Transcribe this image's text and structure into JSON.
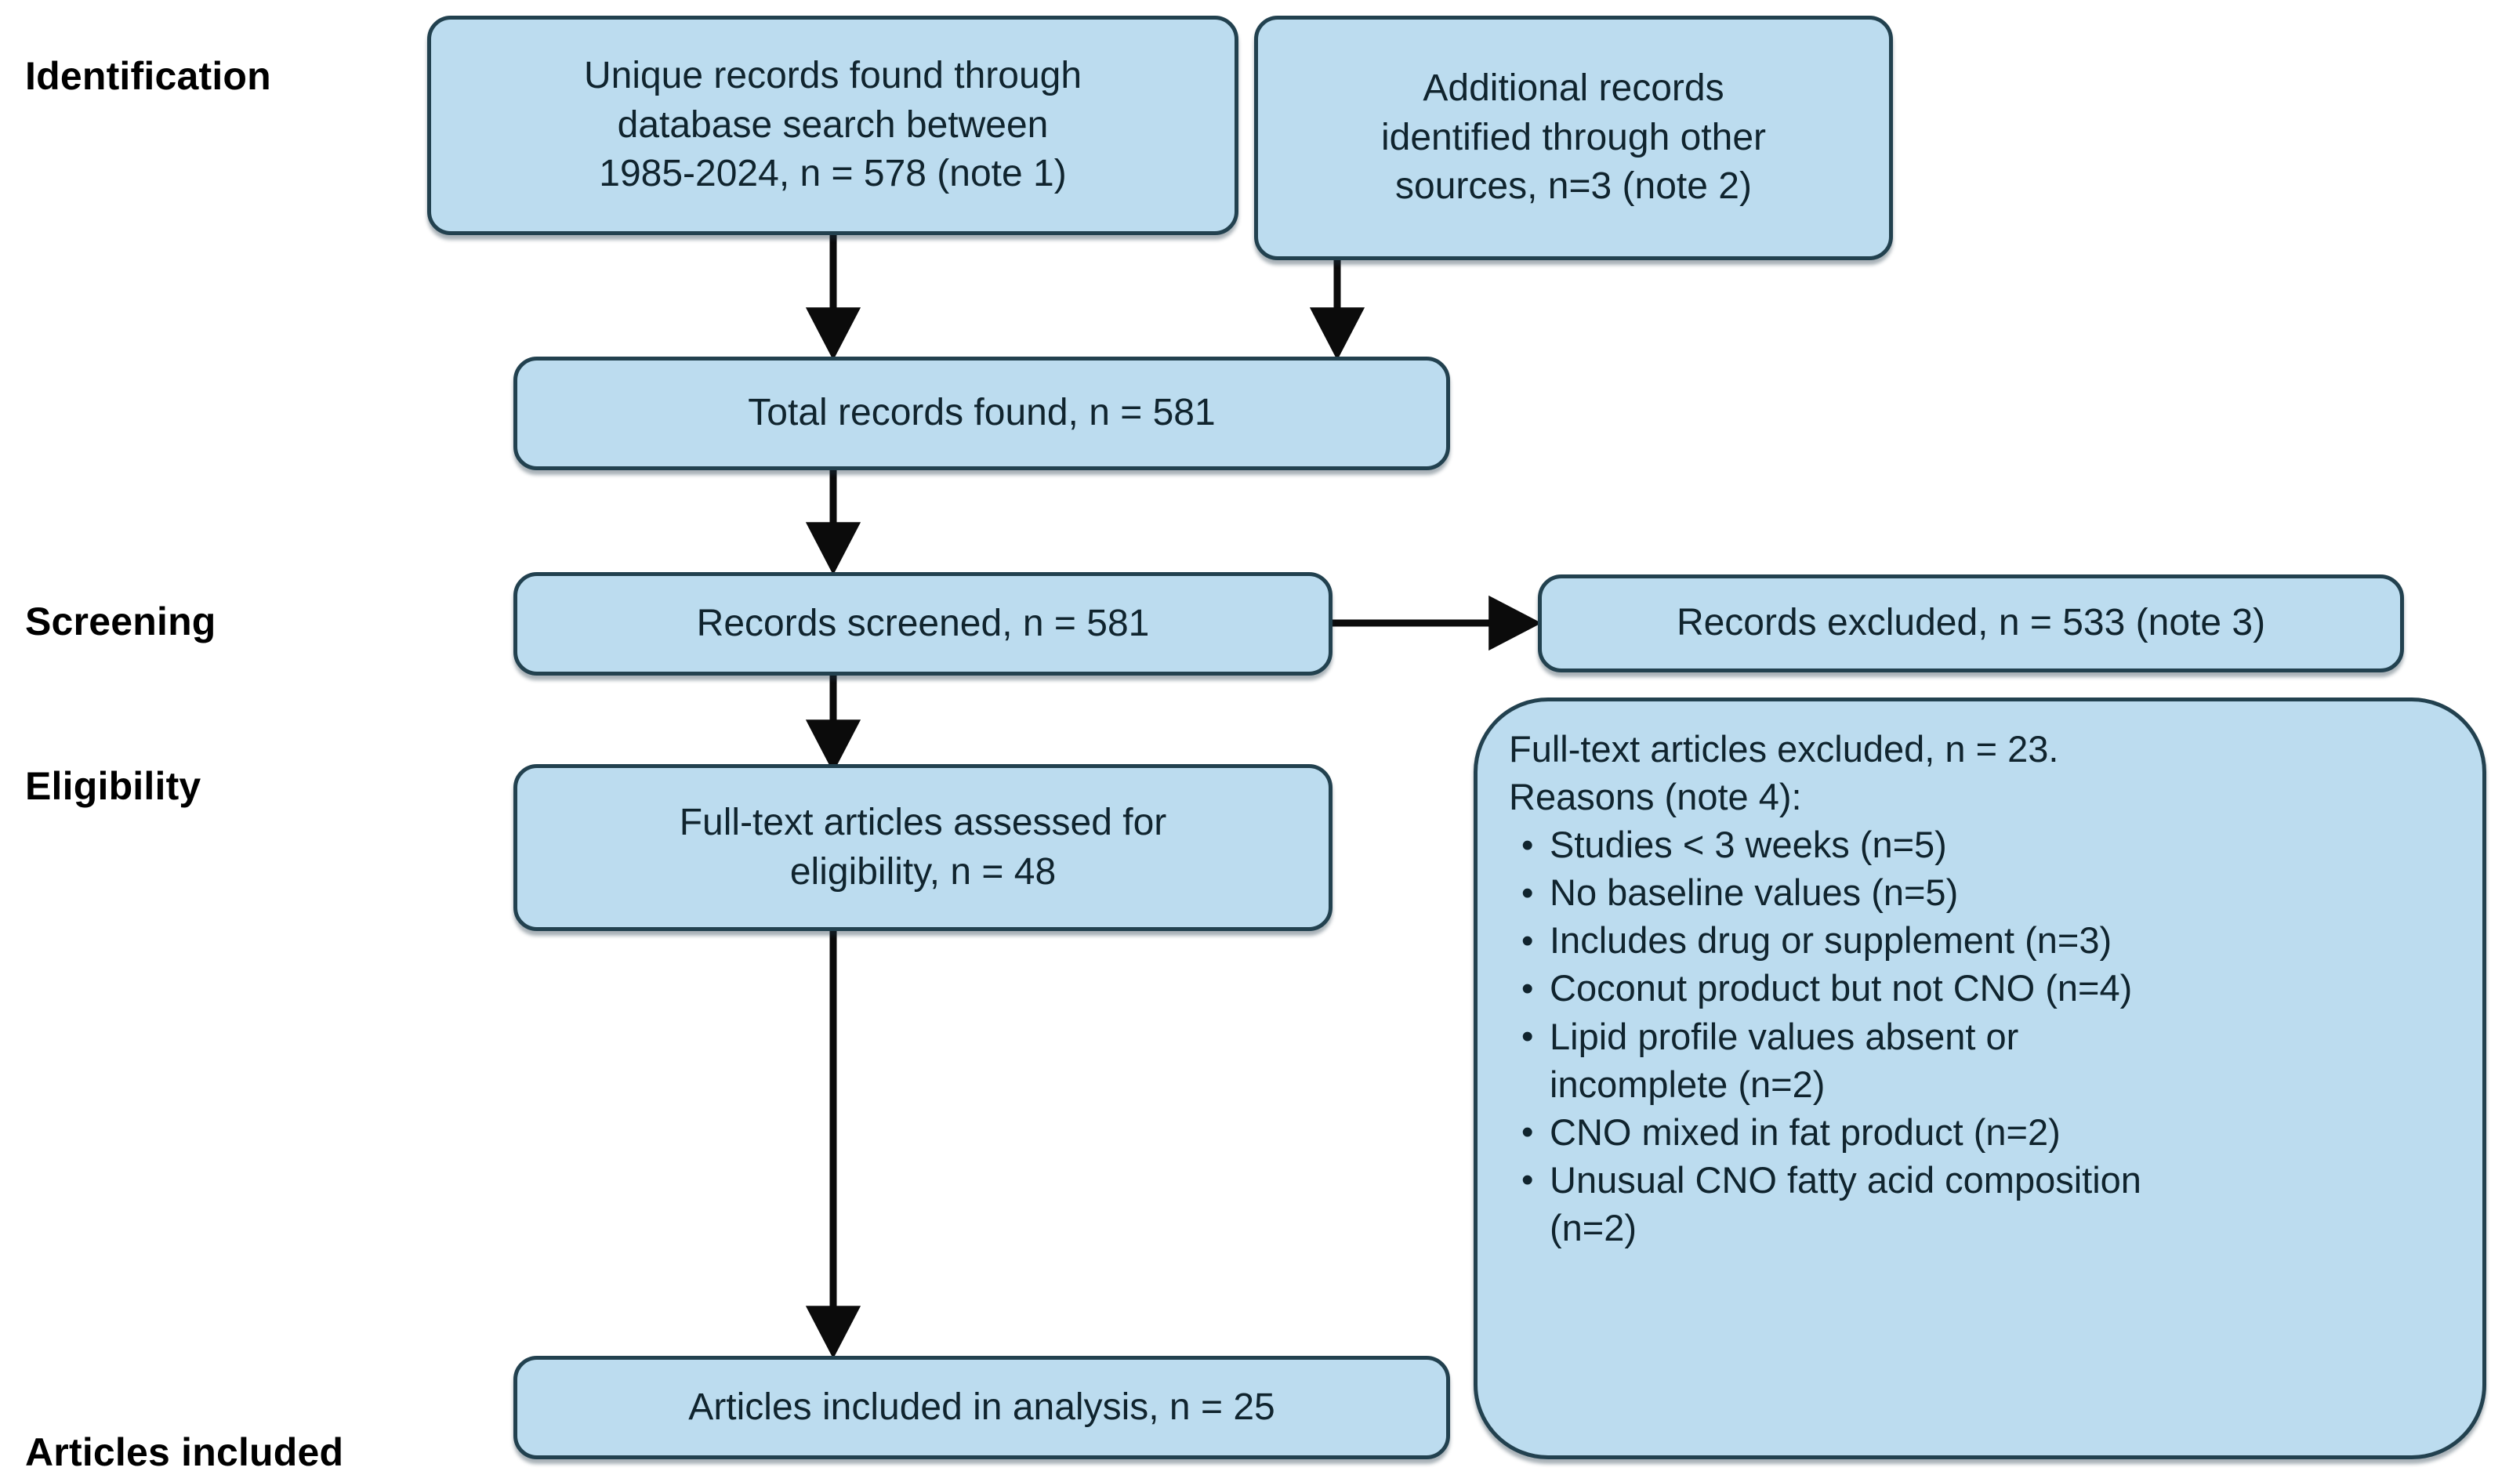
{
  "diagram": {
    "title": "PRISMA study selection flow diagram",
    "colors": {
      "box_fill": "#bcdcef",
      "box_border": "#22414f",
      "text": "#10242e",
      "arrow": "#0b0b0b",
      "background": "#ffffff"
    }
  },
  "stages": [
    {
      "label": "Identification"
    },
    {
      "label": "Screening"
    },
    {
      "label": "Eligibility"
    },
    {
      "label": "Articles included"
    }
  ],
  "nodes": {
    "database_records": {
      "lines": [
        "Unique records found through",
        "database search between",
        "1985-2024, n = 578 (note 1)"
      ]
    },
    "other_records": {
      "lines": [
        "Additional records",
        "identified through other",
        "sources, n=3 (note 2)"
      ]
    },
    "total_records": {
      "lines": [
        "Total records found, n = 581"
      ]
    },
    "records_screened": {
      "lines": [
        "Records screened, n = 581"
      ]
    },
    "records_excluded": {
      "lines": [
        "Records excluded, n = 533 (note 3)"
      ]
    },
    "fulltext_assessed": {
      "lines": [
        "Full-text articles assessed for",
        "eligibility, n = 48"
      ]
    },
    "fulltext_excluded": {
      "head": [
        "Full-text articles excluded, n = 23.",
        "Reasons (note 4):"
      ],
      "bullet_glyph": "•",
      "reasons": [
        {
          "lines": [
            "Studies < 3 weeks (n=5)"
          ]
        },
        {
          "lines": [
            "No baseline values (n=5)"
          ]
        },
        {
          "lines": [
            "Includes drug or supplement (n=3)"
          ]
        },
        {
          "lines": [
            "Coconut product but not CNO (n=4)"
          ]
        },
        {
          "lines": [
            "Lipid profile values absent or",
            "incomplete (n=2)"
          ]
        },
        {
          "lines": [
            "CNO mixed in fat product (n=2)"
          ]
        },
        {
          "lines": [
            "Unusual CNO fatty acid composition",
            "(n=2)"
          ]
        }
      ]
    },
    "articles_included": {
      "lines": [
        "Articles included in analysis, n = 25"
      ]
    }
  },
  "chart_data": {
    "type": "diagram",
    "title": "PRISMA flow diagram of study selection",
    "stages": [
      "Identification",
      "Screening",
      "Eligibility",
      "Articles included"
    ],
    "counts": {
      "database_search_records": 578,
      "other_source_records": 3,
      "total_records_found": 581,
      "records_screened": 581,
      "records_excluded": 533,
      "fulltext_assessed": 48,
      "fulltext_excluded": 23,
      "articles_included": 25
    },
    "search_period": "1985-2024",
    "exclusion_reasons": [
      {
        "reason": "Studies < 3 weeks",
        "n": 5
      },
      {
        "reason": "No baseline values",
        "n": 5
      },
      {
        "reason": "Includes drug or supplement",
        "n": 3
      },
      {
        "reason": "Coconut product but not CNO",
        "n": 4
      },
      {
        "reason": "Lipid profile values absent or incomplete",
        "n": 2
      },
      {
        "reason": "CNO mixed in fat product",
        "n": 2
      },
      {
        "reason": "Unusual CNO fatty acid composition",
        "n": 2
      }
    ],
    "notes_referenced": [
      "note 1",
      "note 2",
      "note 3",
      "note 4"
    ]
  }
}
